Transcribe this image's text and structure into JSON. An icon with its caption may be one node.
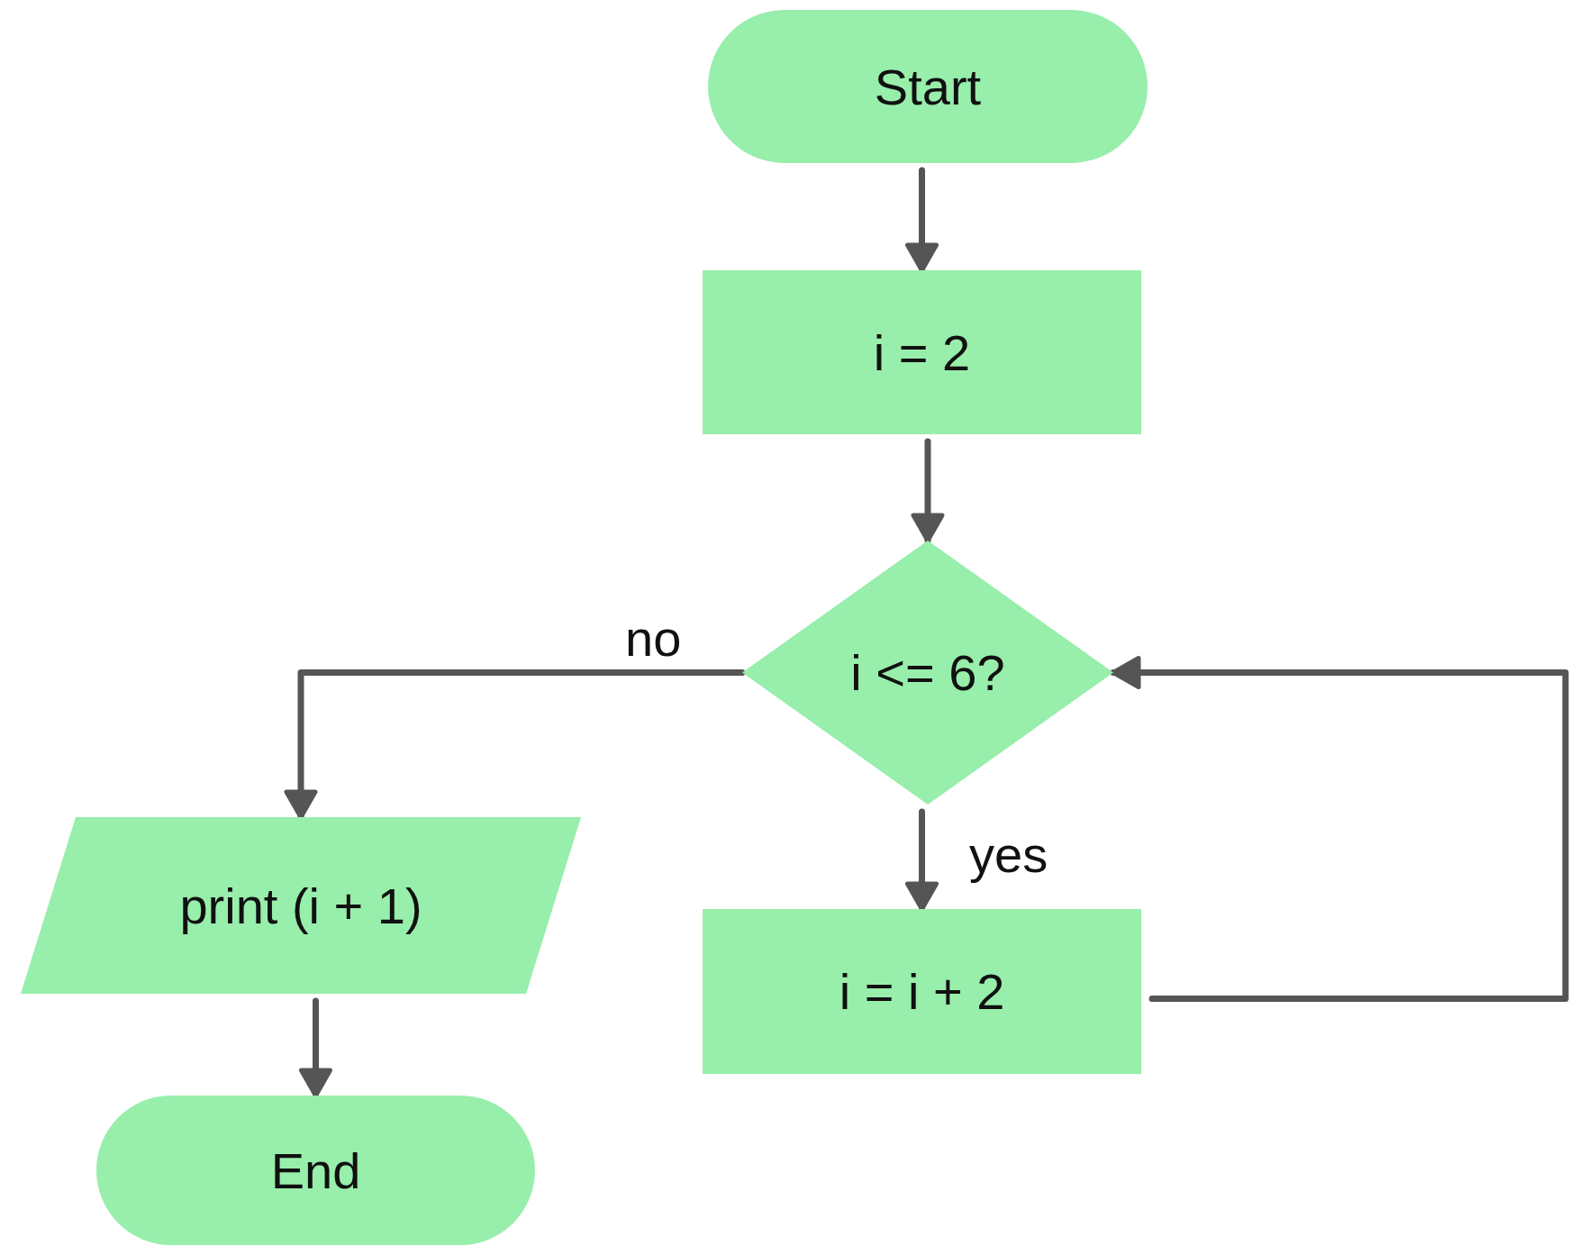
{
  "diagram": {
    "nodes": [
      {
        "text": [
          "Start"
        ]
      },
      {
        "text": [
          "i = 2"
        ]
      },
      {
        "text": [
          "i <= 6?"
        ]
      },
      {
        "text": [
          "print (i + 1)"
        ]
      },
      {
        "text": [
          "i = i + 2"
        ]
      },
      {
        "text": [
          "End"
        ]
      }
    ],
    "edges": [
      {
        "from": 0,
        "to": 1,
        "arrow": "to"
      },
      {
        "from": 1,
        "to": 2,
        "arrow": "to"
      },
      {
        "from": 2,
        "to": 3,
        "arrow": "to",
        "label": "no"
      },
      {
        "from": 2,
        "to": 4,
        "arrow": "to",
        "label": "yes"
      },
      {
        "from": 4,
        "to": 2,
        "arrow": "to"
      },
      {
        "from": 3,
        "to": 5,
        "arrow": "to"
      }
    ]
  }
}
